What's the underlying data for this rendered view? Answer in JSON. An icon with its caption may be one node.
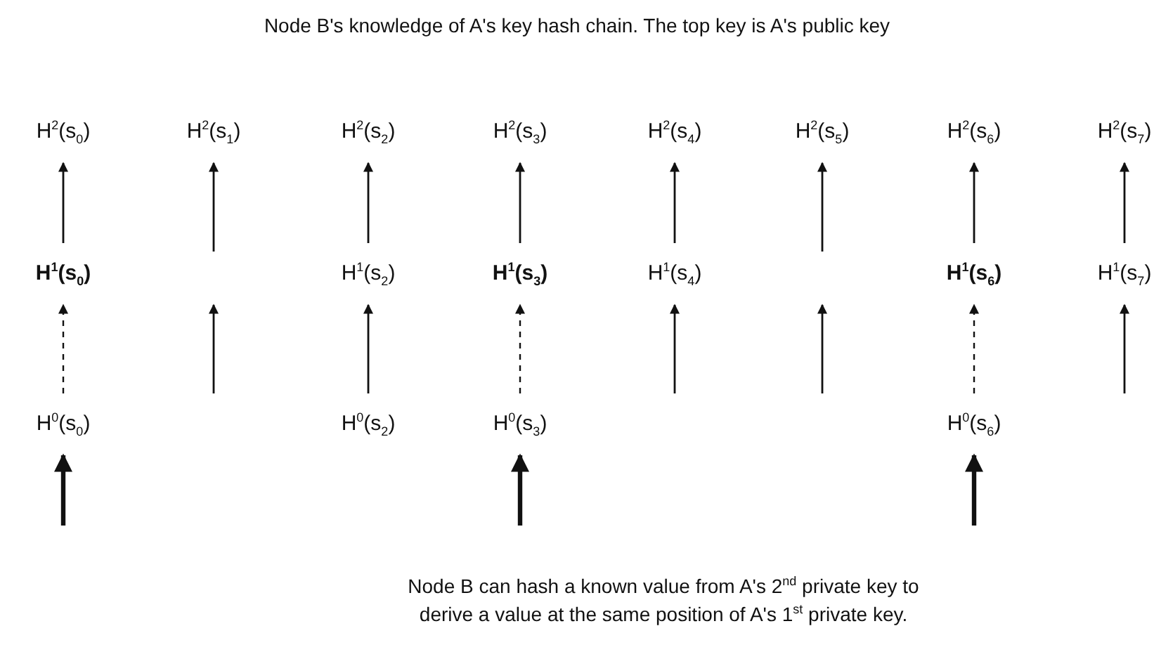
{
  "diagram": {
    "title": "Node B's knowledge of A's key hash chain. The top key is A's public key",
    "caption": "Node B can hash a known value from A's 2$^{nd}$ private key to derive a value  at the same position of A's 1$^{st}$ private key.",
    "nodes": [
      {
        "text": [
          "H$^{2}$(s$_{0}$)"
        ]
      },
      {
        "text": [
          "H$^{2}$(s$_{1}$)"
        ]
      },
      {
        "text": [
          "H$^{2}$(s$_{2}$)"
        ]
      },
      {
        "text": [
          "H$^{2}$(s$_{3}$)"
        ]
      },
      {
        "text": [
          "H$^{2}$(s$_{4}$)"
        ]
      },
      {
        "text": [
          "H$^{2}$(s$_{5}$)"
        ]
      },
      {
        "text": [
          "H$^{2}$(s$_{6}$)"
        ]
      },
      {
        "text": [
          "H$^{2}$(s$_{7}$)"
        ]
      },
      {
        "text": [
          "H$^{1}$(s$_{0}$)"
        ]
      },
      {
        "text": [
          "H$^{1}$(s$_{2}$)"
        ]
      },
      {
        "text": [
          "H$^{1}$(s$_{3}$)"
        ]
      },
      {
        "text": [
          "H$^{1}$(s$_{4}$)"
        ]
      },
      {
        "text": [
          "H$^{1}$(s$_{6}$)"
        ]
      },
      {
        "text": [
          "H$^{1}$(s$_{7}$)"
        ]
      },
      {
        "text": [
          "H$^{0}$(s$_{0}$)"
        ]
      },
      {
        "text": [
          "H$^{0}$(s$_{2}$)"
        ]
      },
      {
        "text": [
          "H$^{0}$(s$_{3}$)"
        ]
      },
      {
        "text": [
          "H$^{0}$(s$_{6}$)"
        ]
      }
    ],
    "edges": [
      {
        "from": 8,
        "to": 0,
        "arrow": "to"
      },
      {
        "from": null,
        "to": 1,
        "arrow": "to"
      },
      {
        "from": 9,
        "to": 2,
        "arrow": "to"
      },
      {
        "from": 10,
        "to": 3,
        "arrow": "to"
      },
      {
        "from": 11,
        "to": 4,
        "arrow": "to"
      },
      {
        "from": null,
        "to": 5,
        "arrow": "to"
      },
      {
        "from": 12,
        "to": 6,
        "arrow": "to"
      },
      {
        "from": 13,
        "to": 7,
        "arrow": "to"
      },
      {
        "from": 14,
        "to": 8,
        "arrow": "to",
        "style": "dashed"
      },
      {
        "from": 15,
        "to": 9,
        "arrow": "to"
      },
      {
        "from": 16,
        "to": 10,
        "arrow": "to",
        "style": "dashed"
      },
      {
        "from": null,
        "to": 11,
        "arrow": "to"
      },
      {
        "from": 17,
        "to": 12,
        "arrow": "to",
        "style": "dashed"
      },
      {
        "from": null,
        "to": 13,
        "arrow": "to"
      },
      {
        "from": null,
        "to": 14,
        "arrow": "to",
        "style": "thick"
      },
      {
        "from": null,
        "to": 16,
        "arrow": "to",
        "style": "thick"
      },
      {
        "from": null,
        "to": 17,
        "arrow": "to",
        "style": "thick"
      }
    ]
  }
}
